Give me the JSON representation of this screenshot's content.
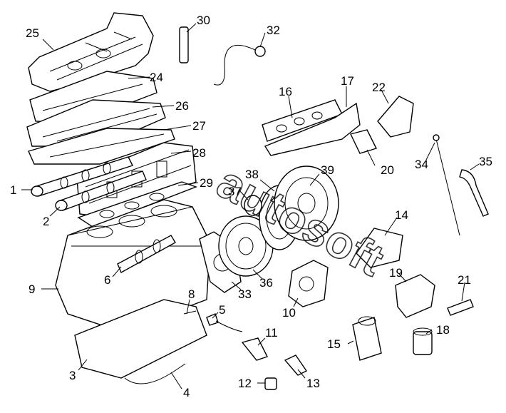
{
  "watermark": "autosoft",
  "callouts": [
    {
      "n": "1"
    },
    {
      "n": "2"
    },
    {
      "n": "3"
    },
    {
      "n": "4"
    },
    {
      "n": "5"
    },
    {
      "n": "6"
    },
    {
      "n": "8"
    },
    {
      "n": "9"
    },
    {
      "n": "10"
    },
    {
      "n": "11"
    },
    {
      "n": "12"
    },
    {
      "n": "13"
    },
    {
      "n": "14"
    },
    {
      "n": "15"
    },
    {
      "n": "16"
    },
    {
      "n": "17"
    },
    {
      "n": "18"
    },
    {
      "n": "19"
    },
    {
      "n": "20"
    },
    {
      "n": "21"
    },
    {
      "n": "22"
    },
    {
      "n": "24"
    },
    {
      "n": "25"
    },
    {
      "n": "26"
    },
    {
      "n": "27"
    },
    {
      "n": "28"
    },
    {
      "n": "29"
    },
    {
      "n": "30"
    },
    {
      "n": "32"
    },
    {
      "n": "33"
    },
    {
      "n": "34"
    },
    {
      "n": "35"
    },
    {
      "n": "36"
    },
    {
      "n": "37"
    },
    {
      "n": "38"
    },
    {
      "n": "39"
    }
  ]
}
